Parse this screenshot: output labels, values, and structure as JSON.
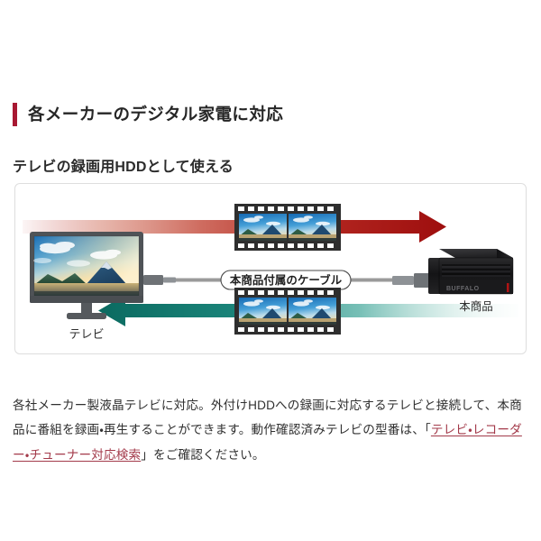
{
  "section": {
    "heading": "各メーカーのデジタル家電に対応",
    "accent_color": "#a81832"
  },
  "subsection": {
    "heading": "テレビの録画用HDDとして使える"
  },
  "diagram": {
    "tv_label": "テレビ",
    "product_label": "本商品",
    "cable_label": "本商品付属のケーブル",
    "record_arrow_color": "#b21414",
    "playback_arrow_color": "#0e7d72",
    "tv_bezel_color": "#4f5357",
    "product_body_color": "#1b1b1d",
    "product_brand": "BUFFALO",
    "cable_color": "#9a9a9a",
    "connector_color": "#6e7276",
    "film_frame_color": "#2e2e2e",
    "record_arrow_direction": "right",
    "playback_arrow_direction": "left"
  },
  "body": {
    "part1": "各社メーカー製液晶テレビに対応。外付けHDDへの録画に対応するテレビと接続して、本商品に番組を録画・再生することができます。動作確認済みテレビの型番は、「",
    "link_text": "テレビ・レコーダー・チューナー対応検索",
    "part2": "」をご確認ください。",
    "link_color": "#a33a4a"
  }
}
